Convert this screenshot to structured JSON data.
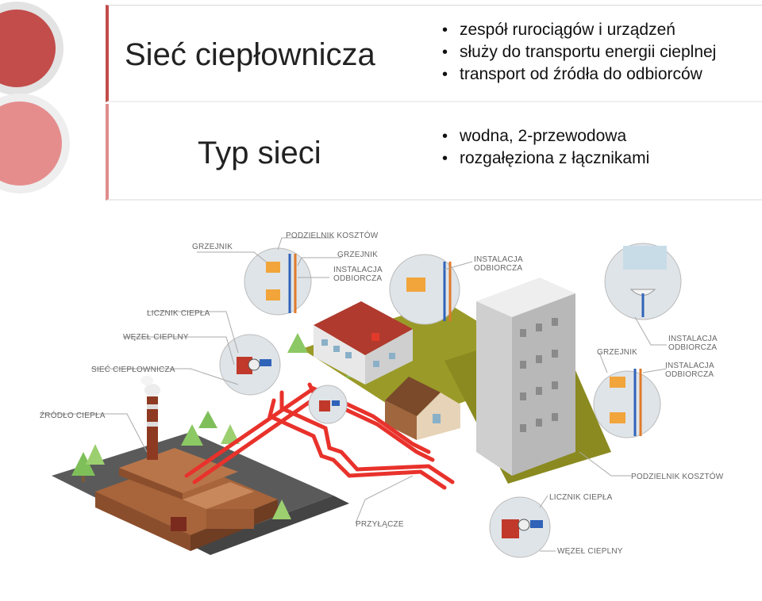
{
  "header": {
    "rows": [
      {
        "title": "Sieć ciepłownicza",
        "bullets": [
          "zespół rurociągów i urządzeń",
          "służy do transportu energii cieplnej",
          "transport od źródła do odbiorców"
        ]
      },
      {
        "title": "Typ sieci",
        "bullets": [
          "wodna, 2-przewodowa",
          "rozgałęziona z łącznikami"
        ]
      }
    ]
  },
  "diagram": {
    "labels": {
      "grzejnik_top": "GRZEJNIK",
      "podzielnik_top": "PODZIELNIK KOSZTÓW",
      "grzejnik_mid": "GRZEJNIK",
      "instalacja_left_1": "INSTALACJA",
      "instalacja_left_2": "ODBIORCZA",
      "instalacja_top_1": "INSTALACJA",
      "instalacja_top_2": "ODBIORCZA",
      "licznik_left": "LICZNIK CIEPŁA",
      "wezel_left": "WĘZEŁ CIEPLNY",
      "siec_left": "SIEĆ CIEPŁOWNICZA",
      "zrodlo_left": "ŹRÓDŁO CIEPŁA",
      "instalacja_right_a1": "INSTALACJA",
      "instalacja_right_a2": "ODBIORCZA",
      "grzejnik_right": "GRZEJNIK",
      "instalacja_right_b1": "INSTALACJA",
      "instalacja_right_b2": "ODBIORCZA",
      "podzielnik_right": "PODZIELNIK KOSZTÓW",
      "licznik_bottom": "LICZNIK CIEPŁA",
      "przylacze": "PRZYŁĄCZE",
      "wezel_bottom": "WĘZEŁ CIEPLNY"
    },
    "colors": {
      "accent_dark": "#c24d4b",
      "accent_light": "#e58d8d",
      "pipe": "#e8322b",
      "ground": "#9a9a28",
      "road": "#4a4a4a"
    }
  }
}
